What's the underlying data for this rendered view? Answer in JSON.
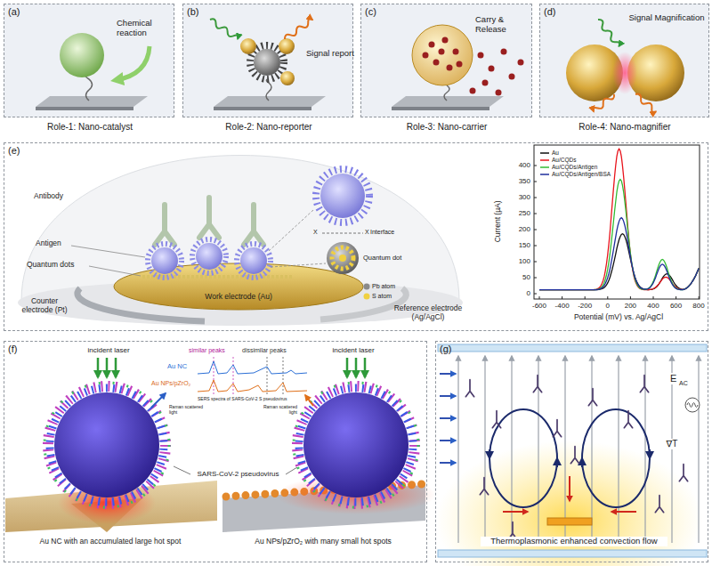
{
  "diagram": {
    "nodes": [
      {
        "text": [
          "(a)",
          "Chemical reaction",
          "Role-1: Nano-catalyst"
        ]
      },
      {
        "text": [
          "(b)",
          "Signal report",
          "Role-2: Nano-reporter"
        ]
      },
      {
        "text": [
          "(c)",
          "Carry & Release",
          "Role-3: Nano-carrier"
        ]
      },
      {
        "text": [
          "(d)",
          "Signal Magnification",
          "Role-4: Nano-magnifier"
        ]
      },
      {
        "text": [
          "(e)"
        ]
      },
      {
        "text": [
          "(f)"
        ]
      },
      {
        "text": [
          "(g)",
          "Thermoplasmonic enhanced convection flow"
        ]
      }
    ],
    "labels": [
      "Antibody",
      "Antigen",
      "Quantum dots",
      "Counter electrode (Pt)",
      "Work electrode (Au)",
      "Reference electrode (Ag/AgCl)",
      "Interface",
      "X",
      "X",
      "Quantum dot",
      "Pb atom",
      "S atom",
      "Current (µA)",
      "0",
      "50",
      "100",
      "150",
      "200",
      "250",
      "300",
      "350",
      "400",
      "-600",
      "-400",
      "-200",
      "0",
      "200",
      "400",
      "600",
      "800",
      "Potential (mV) vs. Ag/AgCl",
      "incident laser",
      "incident laser",
      "similar peaks",
      "dissimilar peaks",
      "Au NC",
      "Au NPs/pZrO₂",
      "SERS spectra of SARS-CoV-2 S pseudovirus",
      "Raman scattered light",
      "Raman scattered light",
      "SARS-CoV-2 pseudovirus",
      "Au NC with an accumulated large hot spot",
      "Au NPs/pZrO₂ with many small hot spots",
      "E",
      "AC",
      "∇T"
    ],
    "legend": [
      {
        "text": "Au"
      },
      {
        "text": "Au/CQDs"
      },
      {
        "text": "Au/CQDs/Antigen"
      },
      {
        "text": "Au/CQDs/Antigen/BSA"
      }
    ]
  }
}
